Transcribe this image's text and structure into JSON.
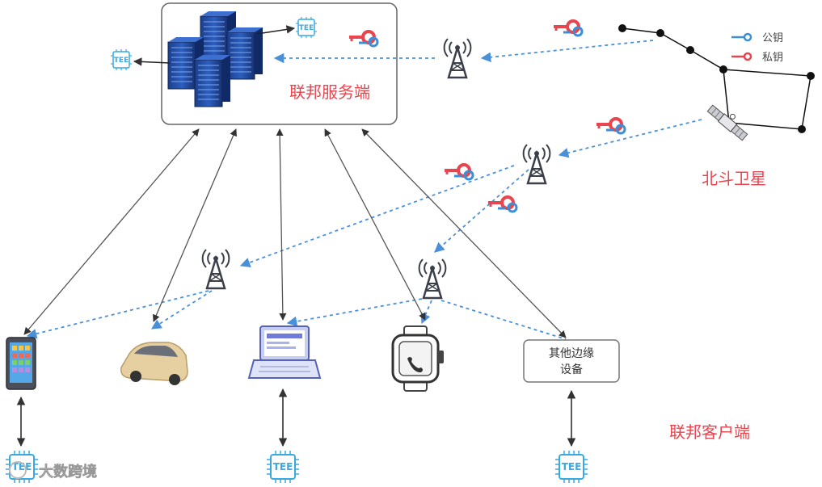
{
  "server": {
    "label": "联邦服务端"
  },
  "satellite": {
    "label": "北斗卫星"
  },
  "clients": {
    "label": "联邦客户端",
    "other_device_line1": "其他边缘",
    "other_device_line2": "设备"
  },
  "legend": {
    "public_key": "公钥",
    "private_key": "私钥"
  },
  "tee": {
    "text": "TEE"
  },
  "watermark": {
    "text": "大数跨境"
  },
  "colors": {
    "red_label": "#e8454f",
    "public_key_blue": "#3b8fd9",
    "private_key_red": "#e8454f",
    "dashed_link": "#4a90d9",
    "solid_link": "#555555",
    "tee_blue": "#3aa9e0"
  }
}
